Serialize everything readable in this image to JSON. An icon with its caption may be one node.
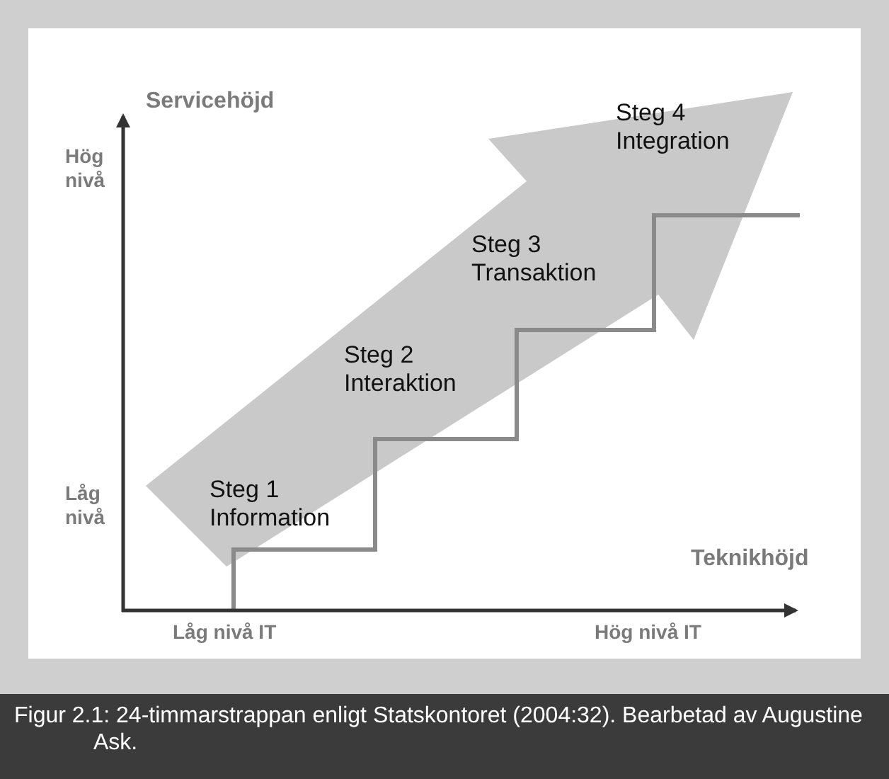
{
  "diagram": {
    "caption": "Figur 2.1: 24-timmarstrappan enligt Statskontoret (2004:32). Bearbetad av Augustine Ask.",
    "labels": [
      "Servicehöjd",
      "Steg 4 Integration",
      "Hög nivå",
      "Steg 3 Transaktion",
      "Steg 2 Interaktion",
      "Låg nivå",
      "Steg 1 Information",
      "Teknikhöjd",
      "Låg nivå IT",
      "Hög nivå IT"
    ]
  }
}
